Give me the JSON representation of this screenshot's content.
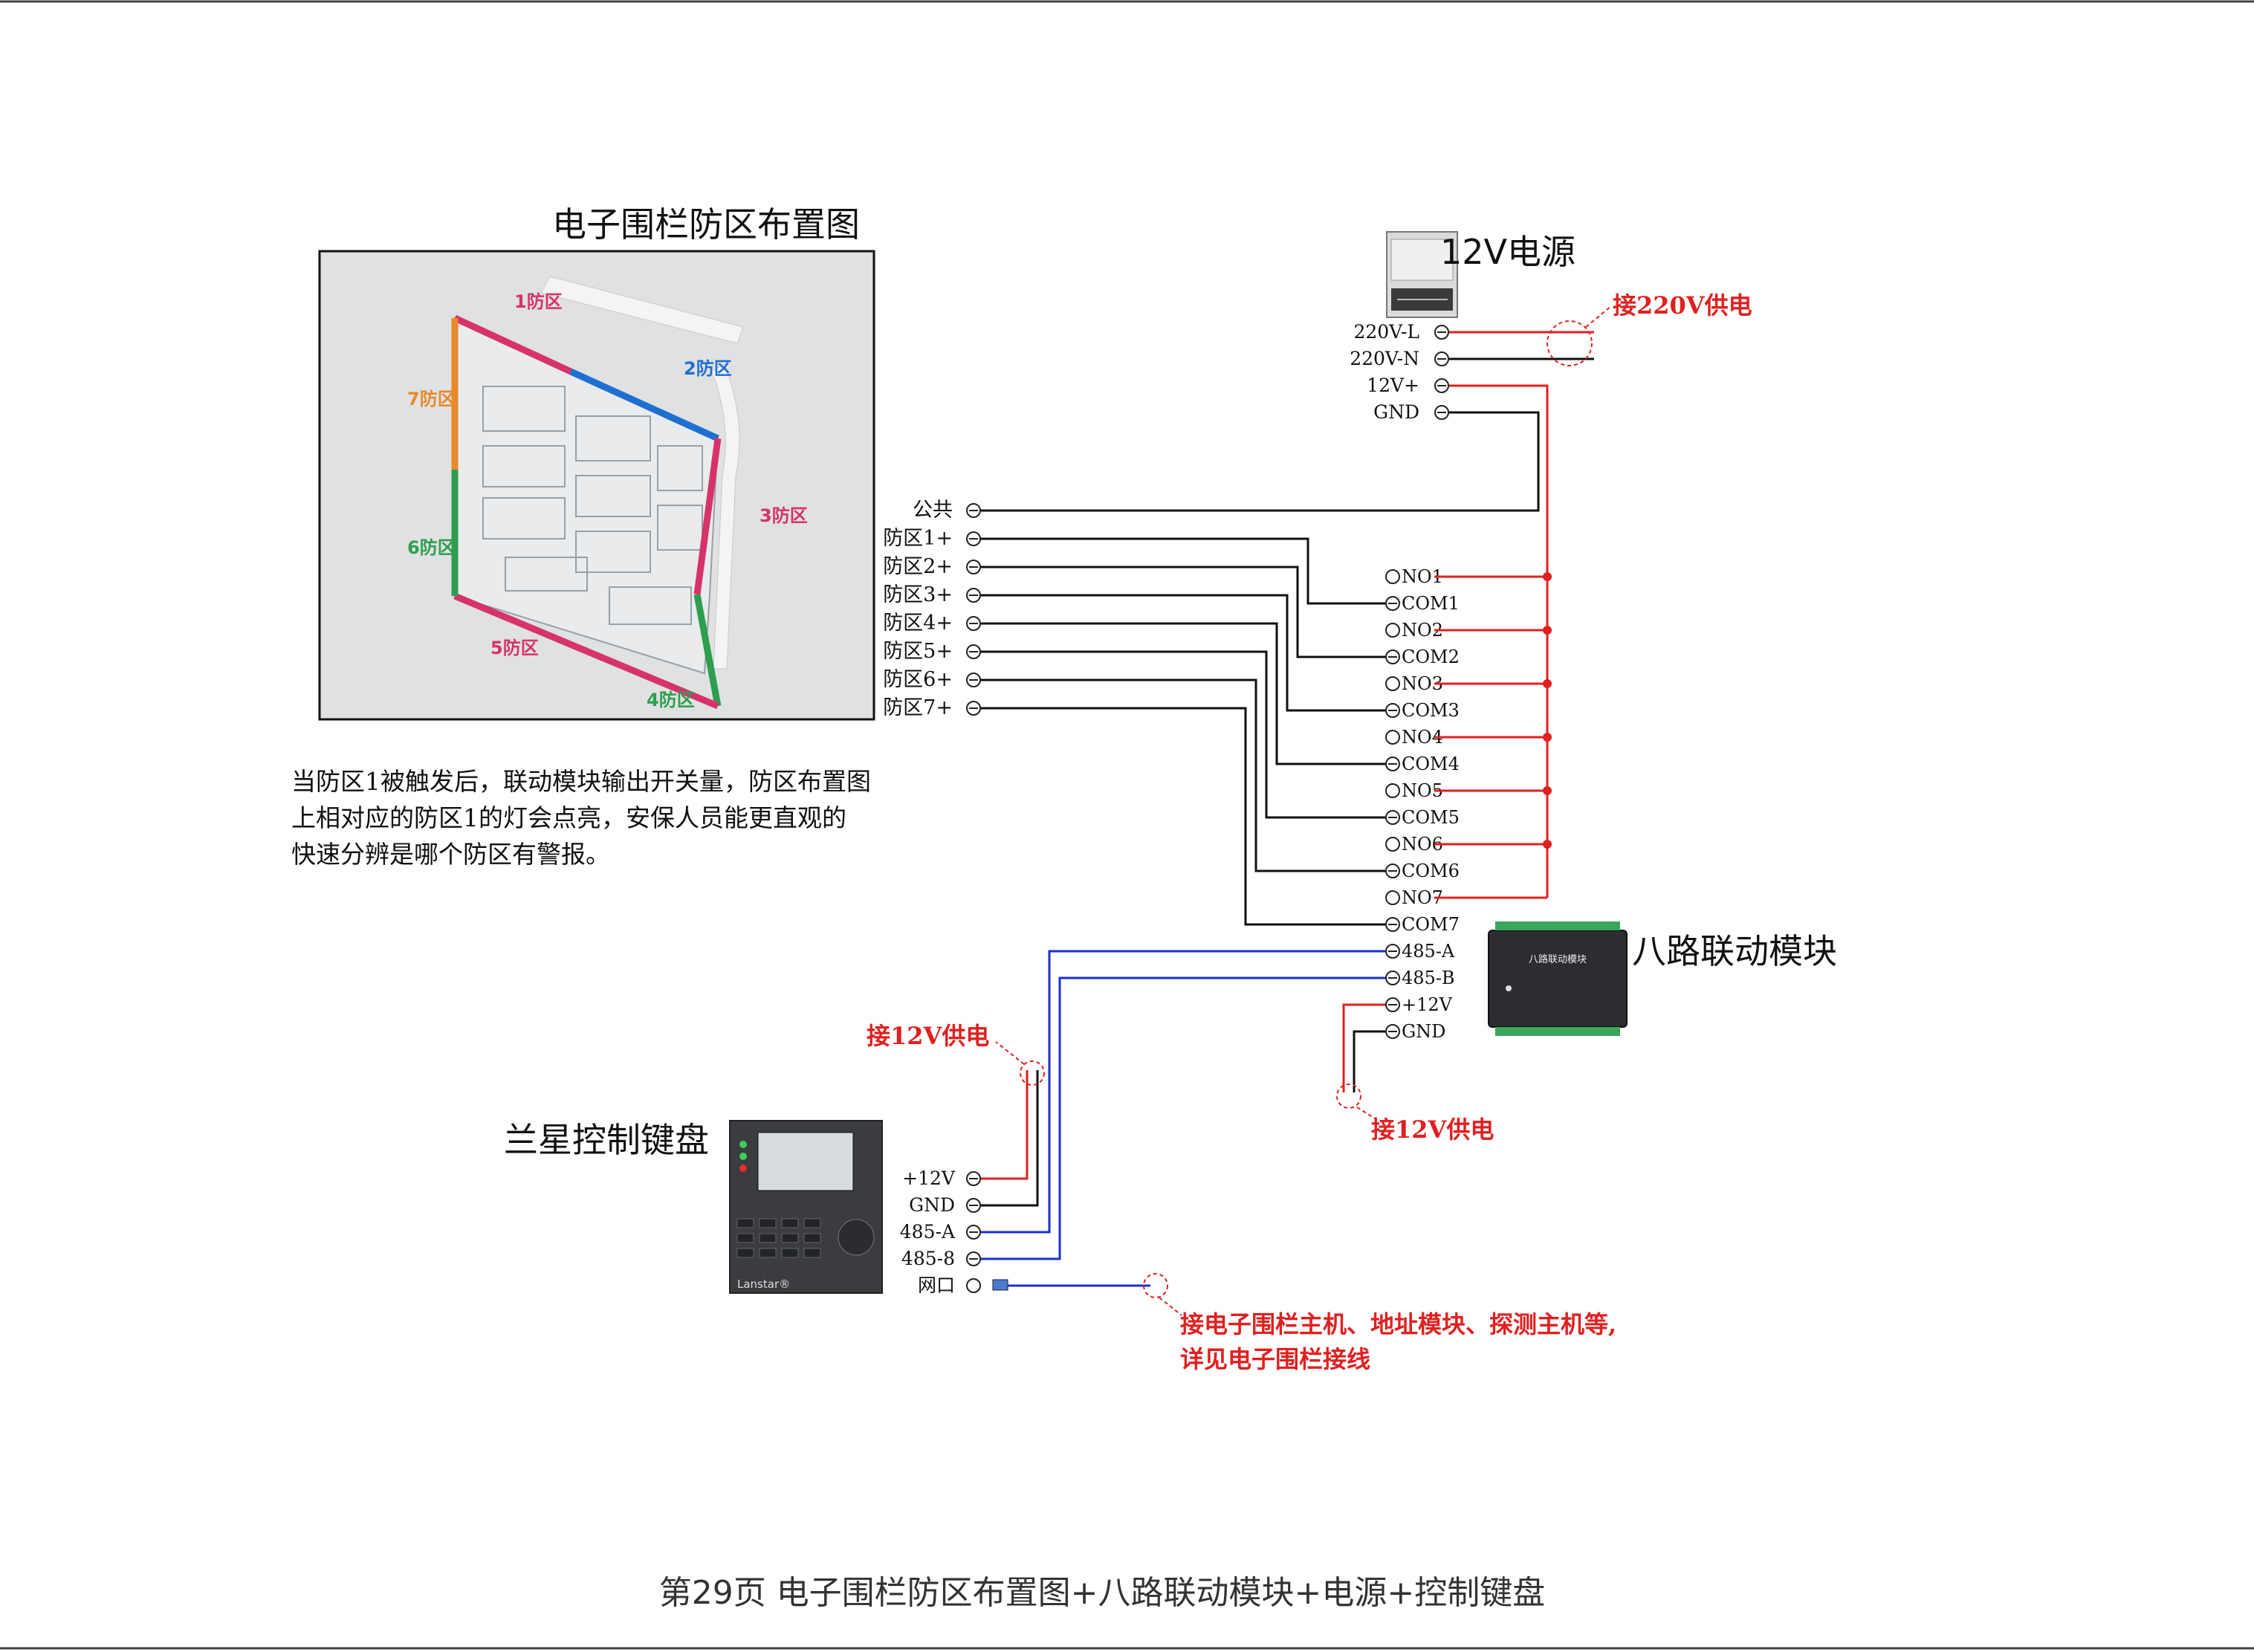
{
  "map": {
    "title": "电子围栏防区布置图",
    "zones": [
      "1防区",
      "2防区",
      "3防区",
      "4防区",
      "5防区",
      "6防区",
      "7防区"
    ],
    "zone_colors": [
      "#d6336c",
      "#1f6fd1",
      "#d6336c",
      "#2e9e4f",
      "#d6336c",
      "#2e9e4f",
      "#e8892a"
    ]
  },
  "description": [
    "当防区1被触发后，联动模块输出开关量，防区布置图",
    "上相对应的防区1的灯会点亮，安保人员能更直观的",
    "快速分辨是哪个防区有警报。"
  ],
  "power_supply": {
    "title": "12V电源",
    "terminals": [
      "220V-L",
      "220V-N",
      "12V+",
      "GND"
    ],
    "note": "接220V供电"
  },
  "panel_terminals": [
    "公共",
    "防区1+",
    "防区2+",
    "防区3+",
    "防区4+",
    "防区5+",
    "防区6+",
    "防区7+"
  ],
  "module": {
    "title": "八路联动模块",
    "device_label": "八路联动模块",
    "terminals": [
      "NO1",
      "COM1",
      "NO2",
      "COM2",
      "NO3",
      "COM3",
      "NO4",
      "COM4",
      "NO5",
      "COM5",
      "NO6",
      "COM6",
      "NO7",
      "COM7",
      "485-A",
      "485-B",
      "+12V",
      "GND"
    ],
    "note": "接12V供电"
  },
  "keyboard": {
    "title": "兰星控制键盘",
    "brand": "Lanstar®",
    "terminals": [
      "+12V",
      "GND",
      "485-A",
      "485-8",
      "网口"
    ],
    "power_note": "接12V供电",
    "network_note": [
      "接电子围栏主机、地址模块、探测主机等,",
      "详见电子围栏接线"
    ]
  },
  "footer": "第29页  电子围栏防区布置图+八路联动模块+电源+控制键盘",
  "colors": {
    "red": "#e02020",
    "blue": "#1a2fd0",
    "black": "#111111",
    "note": "#e02020"
  }
}
